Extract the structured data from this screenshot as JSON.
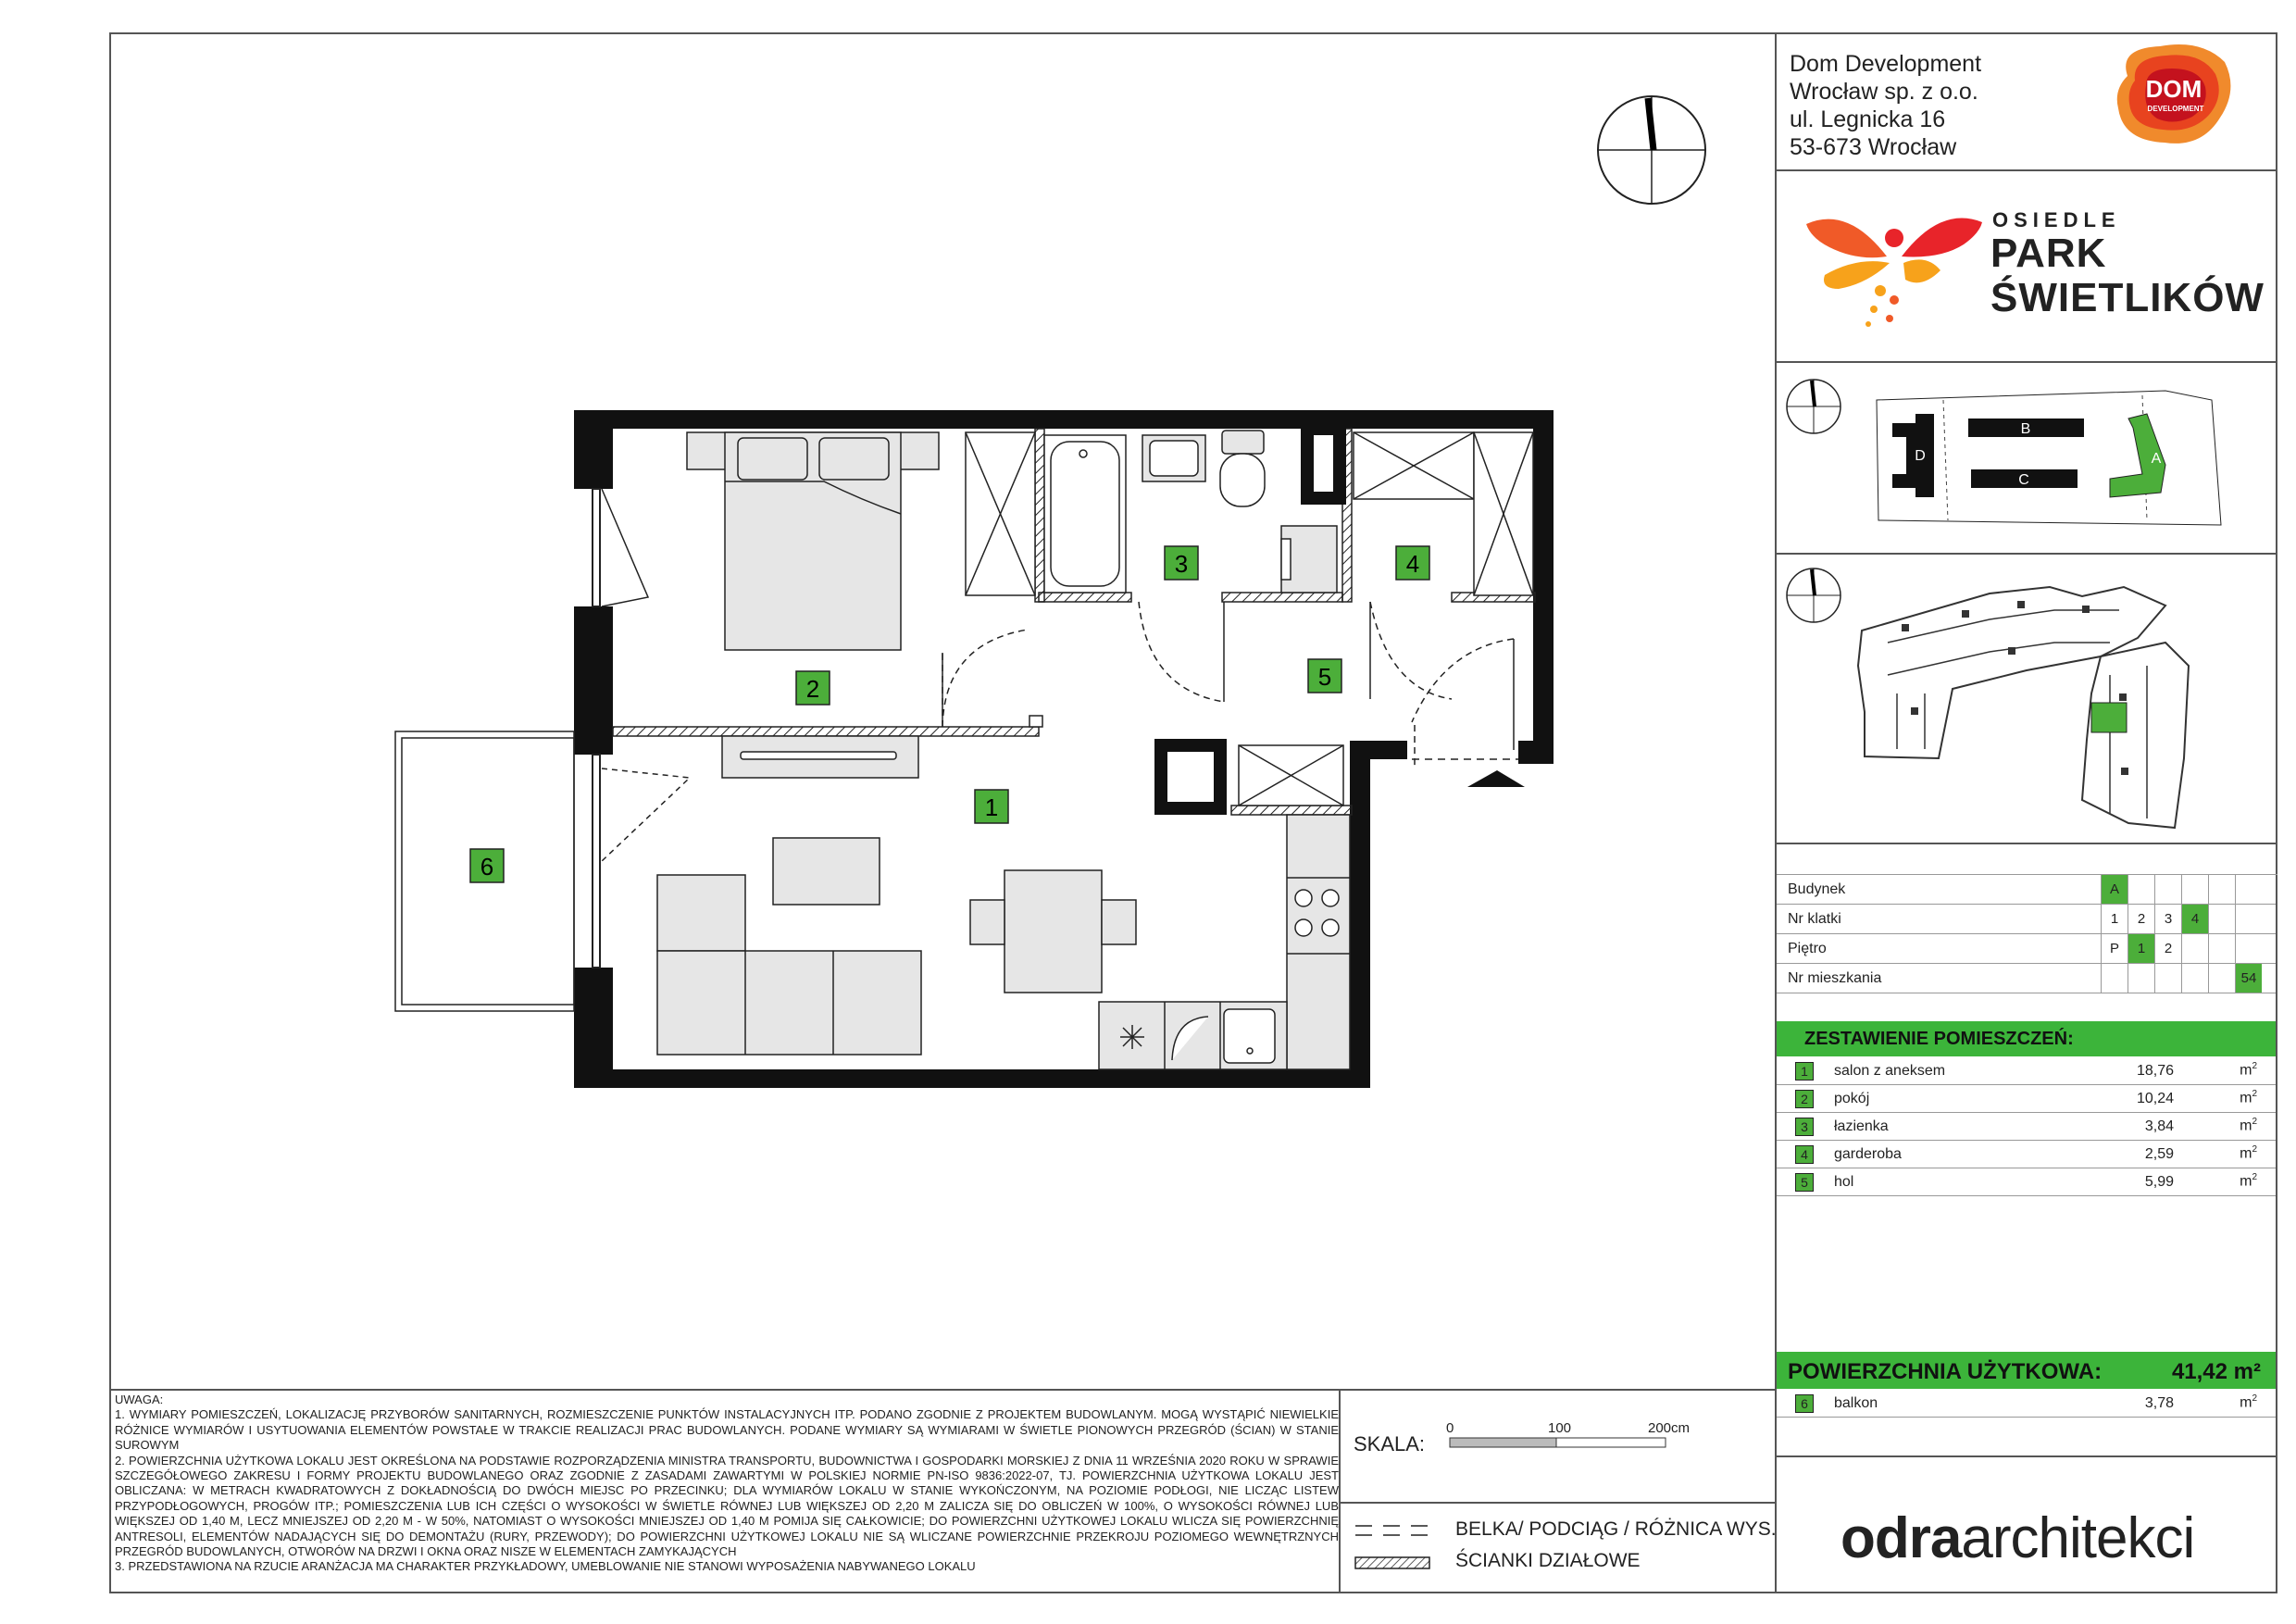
{
  "company": {
    "line1": "Dom Development",
    "line2": "Wrocław sp. z o.o.",
    "line3": "ul. Legnicka 16",
    "line4": "53-673 Wrocław",
    "logo_text": "DOM",
    "logo_sub": "DEVELOPMENT"
  },
  "project": {
    "prefix": "OSIEDLE",
    "name_line1": "PARK",
    "name_line2": "ŚWIETLIKÓW"
  },
  "site_plan": {
    "buildings": [
      "A",
      "B",
      "C",
      "D"
    ]
  },
  "info": {
    "building": {
      "label": "Budynek",
      "cells": [
        "A",
        "",
        "",
        "",
        "",
        ""
      ],
      "selected_index": 0
    },
    "stairwell": {
      "label": "Nr klatki",
      "cells": [
        "1",
        "2",
        "3",
        "4",
        "",
        ""
      ],
      "selected_index": 3
    },
    "floor": {
      "label": "Piętro",
      "cells": [
        "P",
        "1",
        "2",
        "",
        "",
        ""
      ],
      "selected_index": 1
    },
    "apartment": {
      "label": "Nr mieszkania",
      "cells": [
        "",
        "",
        "",
        "",
        "",
        "54"
      ],
      "selected_index": 5
    }
  },
  "rooms_header": "ZESTAWIENIE POMIESZCZEŃ:",
  "rooms": [
    {
      "num": "1",
      "name": "salon z aneksem",
      "area": "18,76",
      "unit": "m"
    },
    {
      "num": "2",
      "name": "pokój",
      "area": "10,24",
      "unit": "m"
    },
    {
      "num": "3",
      "name": "łazienka",
      "area": "3,84",
      "unit": "m"
    },
    {
      "num": "4",
      "name": "garderoba",
      "area": "2,59",
      "unit": "m"
    },
    {
      "num": "5",
      "name": "hol",
      "area": "5,99",
      "unit": "m"
    }
  ],
  "usable_area": {
    "label": "POWIERZCHNIA UŻYTKOWA:",
    "value": "41,42 m²"
  },
  "balcony": {
    "num": "6",
    "name": "balkon",
    "area": "3,78",
    "unit": "m"
  },
  "unit_sup": "2",
  "plan_labels": [
    "1",
    "2",
    "3",
    "4",
    "5",
    "6"
  ],
  "scale": {
    "label": "SKALA:",
    "ticks": [
      "0",
      "100",
      "200cm"
    ]
  },
  "legend": {
    "beam": "BELKA/ PODCIĄG / RÓŻNICA WYS.",
    "partition": "ŚCIANKI DZIAŁOWE"
  },
  "architect": {
    "bold": "odra",
    "rest": "architekci"
  },
  "notes": {
    "title": "UWAGA:",
    "n1": "1.  WYMIARY POMIESZCZEŃ, LOKALIZACJĘ PRZYBORÓW SANITARNYCH, ROZMIESZCZENIE PUNKTÓW INSTALACYJNYCH ITP. PODANO ZGODNIE Z PROJEKTEM BUDOWLANYM. MOGĄ WYSTĄPIĆ NIEWIELKIE RÓŻNICE WYMIARÓW I USYTUOWANIA ELEMENTÓW POWSTAŁE W TRAKCIE REALIZACJI PRAC BUDOWLANYCH. PODANE WYMIARY SĄ WYMIARAMI W ŚWIETLE PIONOWYCH PRZEGRÓD (ŚCIAN) W STANIE SUROWYM",
    "n2": "2.  POWIERZCHNIA UŻYTKOWA LOKALU JEST OKREŚLONA NA PODSTAWIE ROZPORZĄDZENIA MINISTRA TRANSPORTU, BUDOWNICTWA I GOSPODARKI MORSKIEJ Z DNIA 11 WRZEŚNIA 2020 ROKU W SPRAWIE SZCZEGÓŁOWEGO ZAKRESU I FORMY PROJEKTU BUDOWLANEGO ORAZ ZGODNIE Z ZASADAMI ZAWARTYMI W POLSKIEJ NORMIE PN-ISO 9836:2022-07, TJ. POWIERZCHNIA UŻYTKOWA LOKALU JEST OBLICZANA: W METRACH KWADRATOWYCH Z DOKŁADNOŚCIĄ DO DWÓCH MIEJSC PO PRZECINKU; DLA WYMIARÓW LOKALU W STANIE WYKOŃCZONYM, NA POZIOMIE PODŁOGI, NIE LICZĄC LISTEW PRZYPODŁOGOWYCH, PROGÓW ITP.; POMIESZCZENIA LUB ICH CZĘŚCI O WYSOKOŚCI W ŚWIETLE RÓWNEJ LUB WIĘKSZEJ OD 2,20 M ZALICZA SIĘ DO OBLICZEŃ W 100%, O WYSOKOŚCI RÓWNEJ LUB WIĘKSZEJ OD 1,40 M, LECZ MNIEJSZEJ OD 2,20 M - W 50%, NATOMIAST O WYSOKOŚCI MNIEJSZEJ OD 1,40 M POMIJA SIĘ CAŁKOWICIE; DO POWIERZCHNI UŻYTKOWEJ LOKALU WLICZA SIĘ POWIERZCHNIĘ ANTRESOLI, ELEMENTÓW NADAJĄCYCH SIĘ DO DEMONTAŻU (RURY, PRZEWODY); DO POWIERZCHNI UŻYTKOWEJ LOKALU NIE SĄ WLICZANE POWIERZCHNIE PRZEKROJU POZIOMEGO WEWNĘTRZNYCH PRZEGRÓD BUDOWLANYCH, OTWORÓW NA DRZWI I OKNA ORAZ NISZE W ELEMENTACH ZAMYKAJĄCYCH",
    "n3": "3.  PRZEDSTAWIONA NA RZUCIE ARANŻACJA MA CHARAKTER PRZYKŁADOWY, UMEBLOWANIE NIE STANOWI WYPOSAŻENIA NABYWANEGO LOKALU"
  }
}
